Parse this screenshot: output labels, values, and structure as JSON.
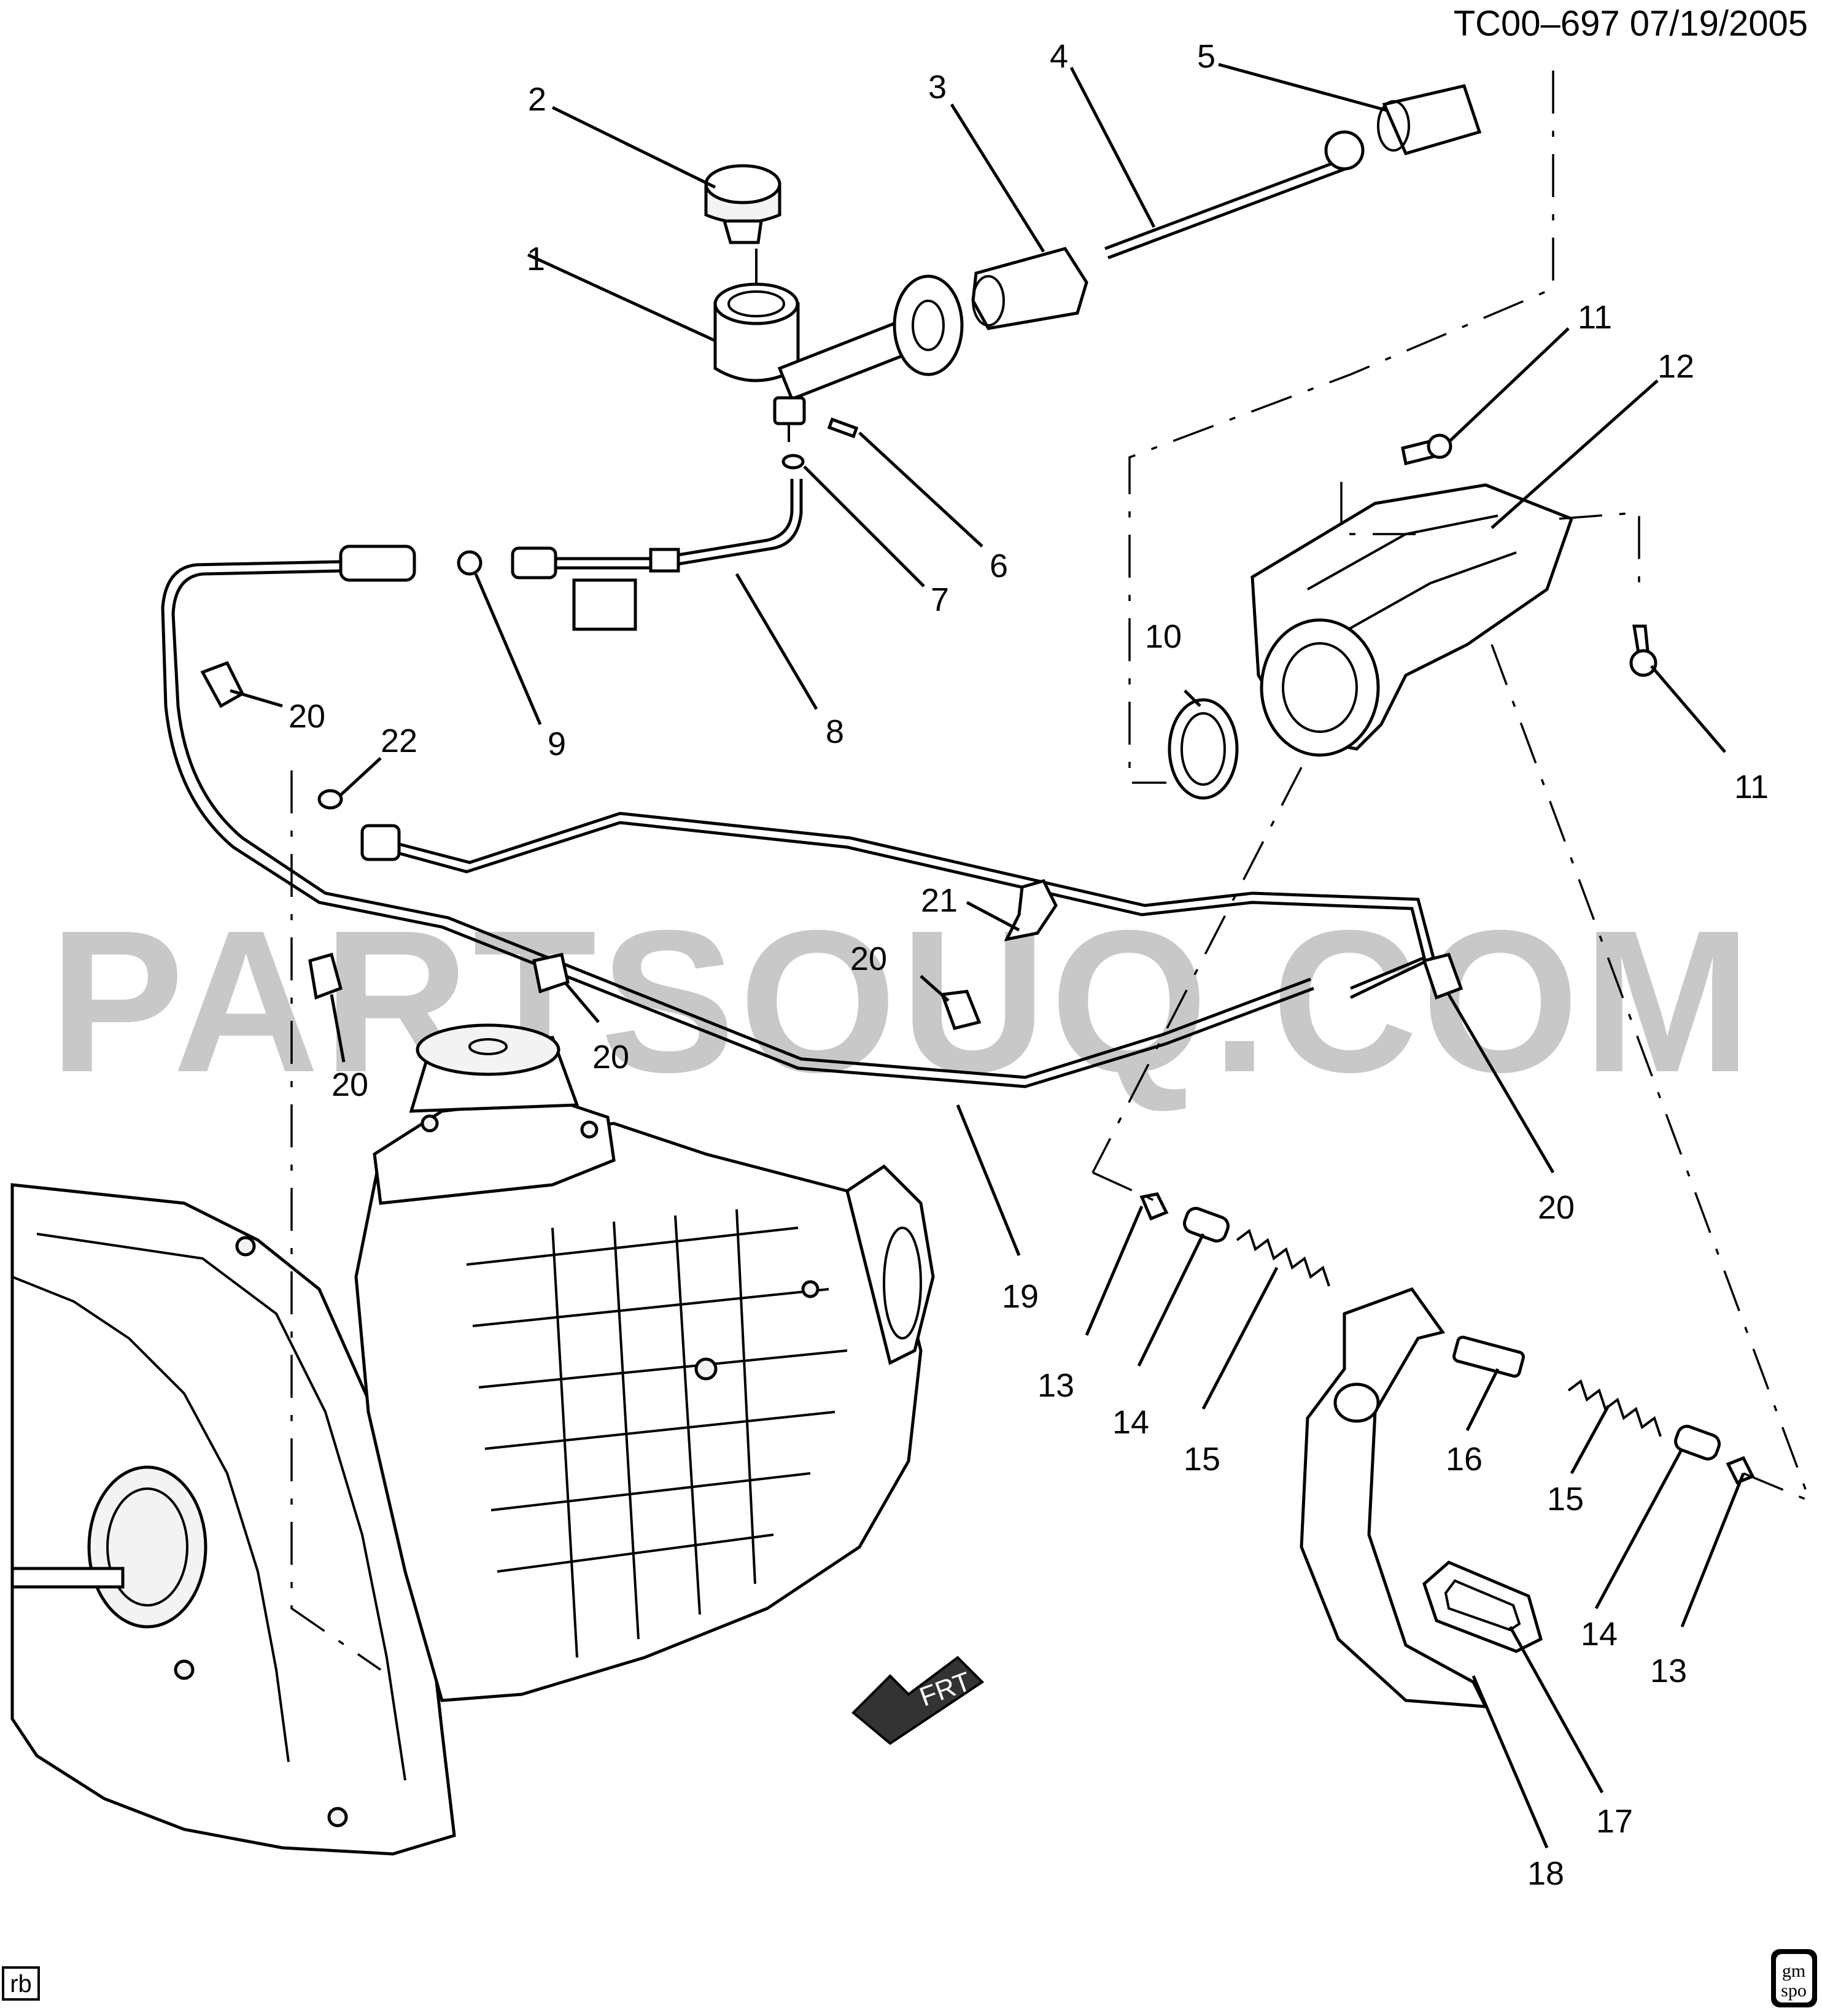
{
  "header": {
    "doc_id": "TC00–697  07/19/2005"
  },
  "watermark": "PARTSOUQ.COM",
  "corner_code": "rb",
  "logo": {
    "line1": "gm",
    "line2": "spo"
  },
  "direction_label": "FRT",
  "callouts": [
    "1",
    "2",
    "3",
    "4",
    "5",
    "6",
    "7",
    "8",
    "9",
    "10",
    "11",
    "11",
    "12",
    "13",
    "13",
    "14",
    "14",
    "15",
    "15",
    "16",
    "17",
    "18",
    "19",
    "20",
    "20",
    "20",
    "20",
    "20",
    "21",
    "22"
  ]
}
